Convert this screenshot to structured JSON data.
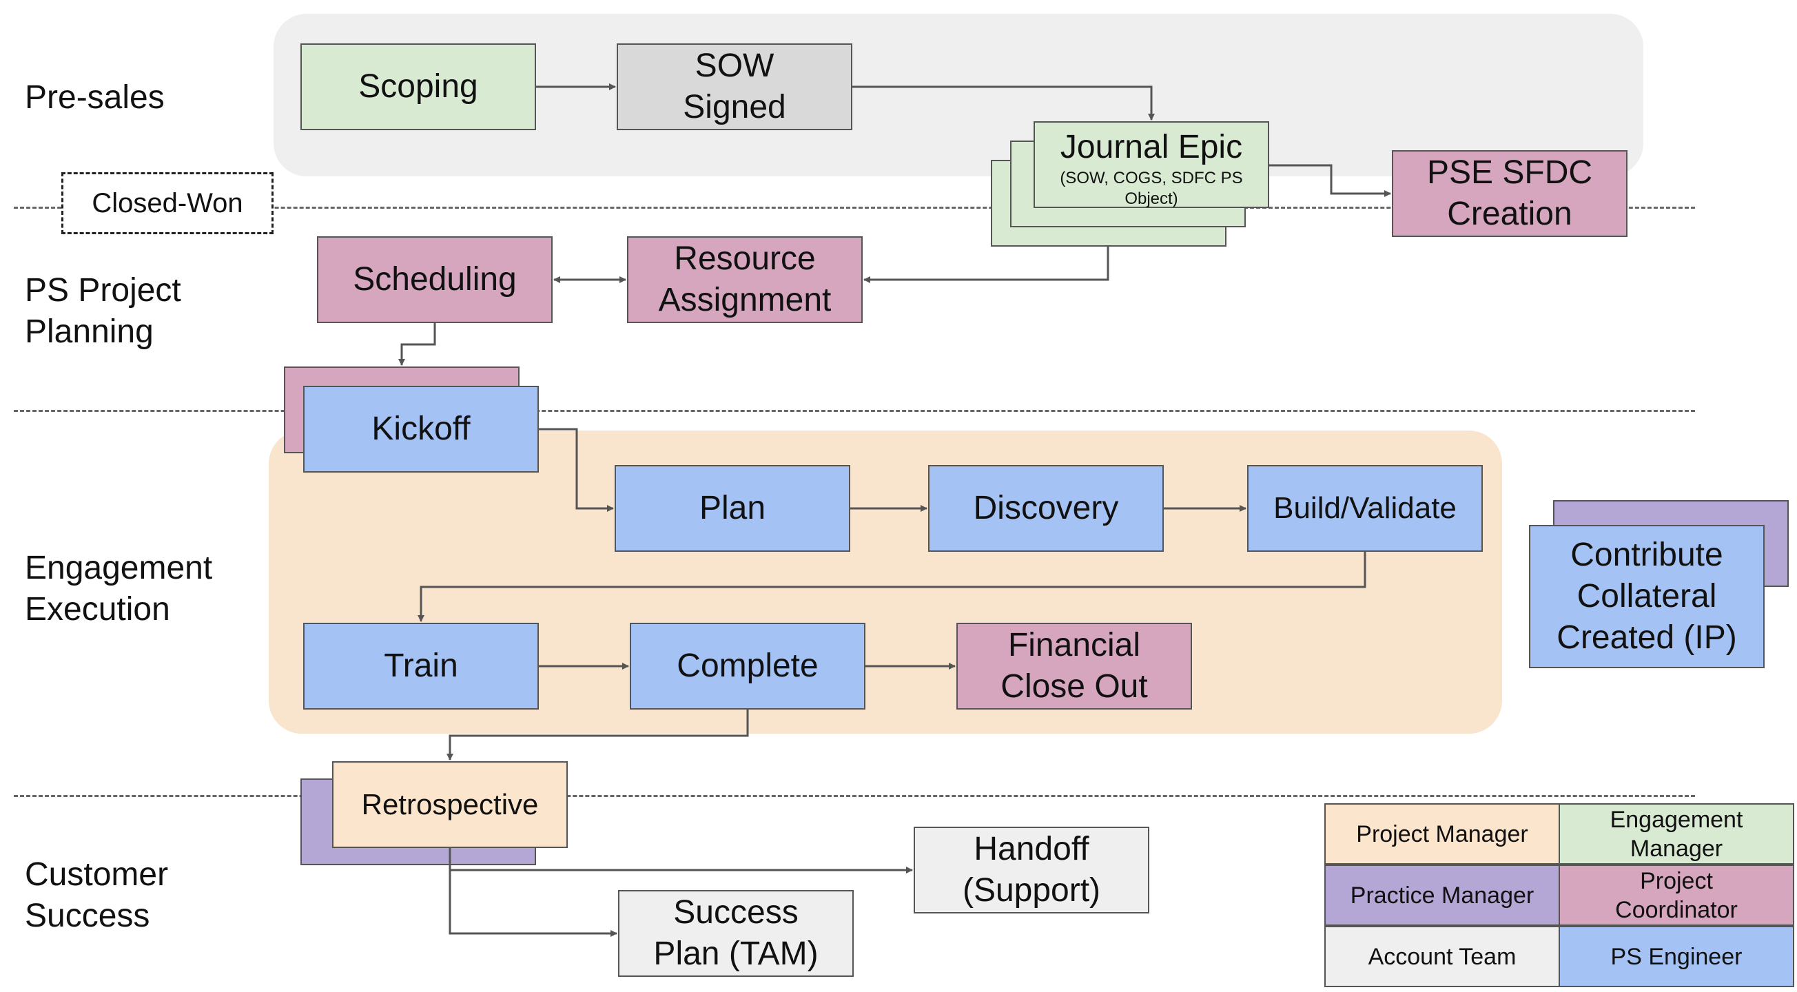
{
  "colors": {
    "engagement_manager": "#d9ead3",
    "account_team": "#efefef",
    "sow": "#d9d9d9",
    "project_coordinator": "#d5a6bd",
    "ps_engineer": "#a4c2f4",
    "project_manager": "#fce5cd",
    "practice_manager": "#b4a7d6",
    "presales_zone": "#efefef",
    "execution_zone": "#f9e4cd",
    "line": "#555555"
  },
  "lanes": {
    "presales": "Pre-sales",
    "planning": "PS Project\nPlanning",
    "execution": "Engagement\nExecution",
    "success": "Customer\nSuccess"
  },
  "milestone": {
    "closed_won": "Closed-Won"
  },
  "nodes": {
    "scoping": "Scoping",
    "sow": "SOW\nSigned",
    "journal_epic": "Journal Epic",
    "journal_epic_sub": "(SOW, COGS, SDFC PS\nObject)",
    "pse_sfdc": "PSE SFDC\nCreation",
    "scheduling": "Scheduling",
    "resource": "Resource\nAssignment",
    "kickoff": "Kickoff",
    "plan": "Plan",
    "discovery": "Discovery",
    "build": "Build/Validate",
    "contribute": "Contribute\nCollateral\nCreated (IP)",
    "train": "Train",
    "complete": "Complete",
    "financial": "Financial\nClose Out",
    "retrospective": "Retrospective",
    "handoff": "Handoff\n(Support)",
    "success_plan": "Success\nPlan (TAM)"
  },
  "legend": {
    "project_manager": "Project Manager",
    "engagement_manager": "Engagement\nManager",
    "practice_manager": "Practice Manager",
    "project_coordinator": "Project\nCoordinator",
    "account_team": "Account Team",
    "ps_engineer": "PS Engineer"
  }
}
